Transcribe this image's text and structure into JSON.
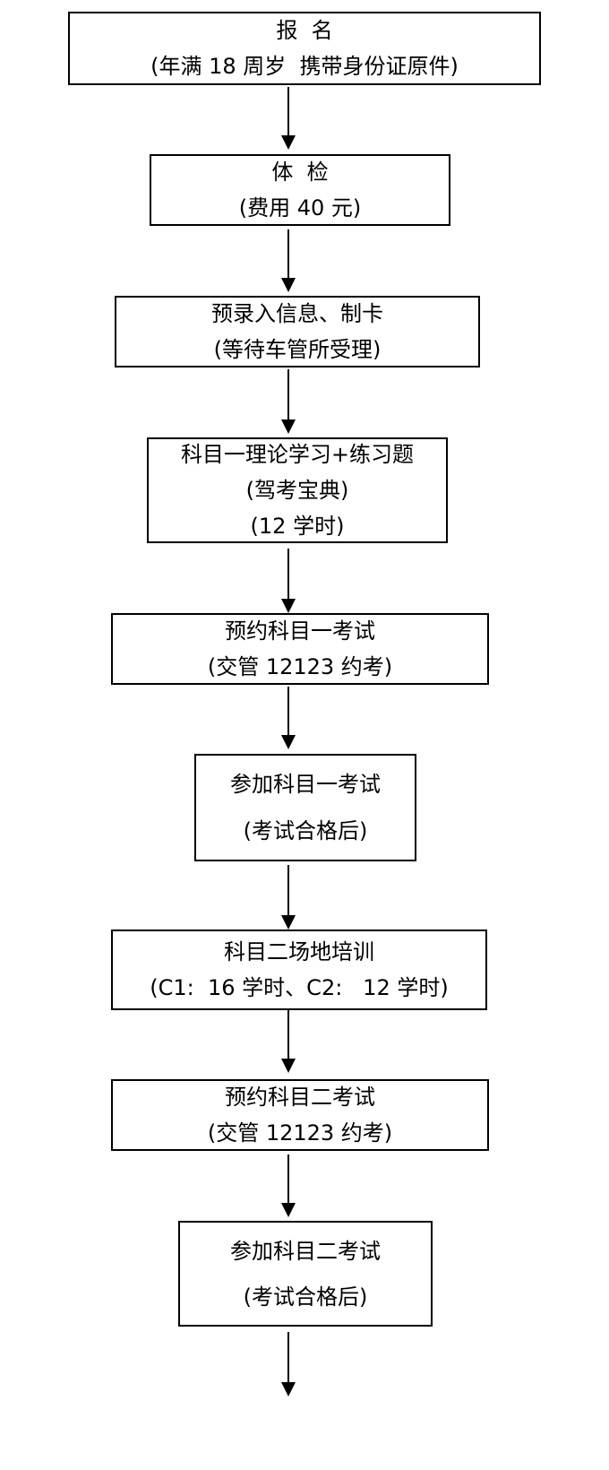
{
  "flowchart": {
    "steps": [
      {
        "lines": [
          "报  名",
          "(年满 18 周岁  携带身份证原件)"
        ]
      },
      {
        "lines": [
          "体  检",
          "(费用 40 元)"
        ]
      },
      {
        "lines": [
          "预录入信息、制卡",
          "(等待车管所受理)"
        ]
      },
      {
        "lines": [
          "科目一理论学习+练习题",
          "(驾考宝典)",
          "(12 学时)"
        ]
      },
      {
        "lines": [
          "预约科目一考试",
          "(交管 12123 约考)"
        ]
      },
      {
        "lines": [
          "参加科目一考试",
          "(考试合格后)"
        ]
      },
      {
        "lines": [
          "科目二场地培训",
          "(C1:  16 学时、C2:   12 学时)"
        ]
      },
      {
        "lines": [
          "预约科目二考试",
          "(交管 12123 约考)"
        ]
      },
      {
        "lines": [
          "参加科目二考试",
          "(考试合格后)"
        ]
      }
    ]
  }
}
